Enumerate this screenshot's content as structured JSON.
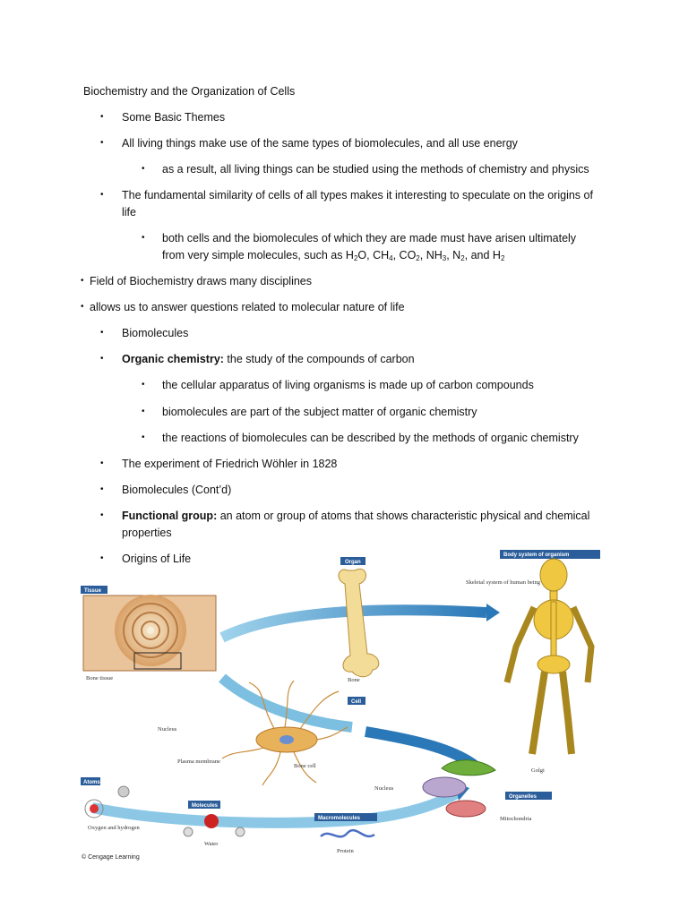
{
  "document": {
    "title": "Biochemistry and the Organization of Cells",
    "items": {
      "some_basic_themes": "Some Basic Themes",
      "all_living": "All living things make use of the same types of biomolecules, and all use energy",
      "as_a_result": "as a result, all living things can be studied using the methods of chemistry and physics",
      "fundamental_1": "The fundamental similarity of cells of all types makes it interesting to speculate on the origins of",
      "fundamental_2": "life",
      "both_cells_1": "both cells and the biomolecules of which they are made must have arisen ultimately",
      "both_cells_2_prefix": "from very simple molecules, such as H",
      "field": "Field of Biochemistry draws many disciplines",
      "allows": "allows us to answer questions related to molecular nature of life",
      "biomolecules": "Biomolecules",
      "organic_term": "Organic chemistry:",
      "organic_def": " the study of the compounds of carbon",
      "cellular_apparatus": "the cellular apparatus of living organisms is made up of carbon compounds",
      "biomolecules_part": "biomolecules are part of the subject matter of organic chemistry",
      "reactions": "the reactions of biomolecules can be described by the methods of organic chemistry",
      "experiment": "The experiment of Friedrich Wöhler in 1828",
      "biomolecules_contd": "Biomolecules (Cont’d)",
      "functional_term": "Functional group:",
      "functional_def_1": " an atom or group of atoms that shows characteristic physical and chemical",
      "functional_def_2": "properties",
      "origins": "Origins of Life"
    }
  },
  "figure": {
    "labels": {
      "tissue": "Tissue",
      "organ": "Organ",
      "body_system": "Body system of organism",
      "skeletal": "Skeletal system of human being",
      "bone_tissue": "Bone tissue",
      "bone": "Bone",
      "cell": "Cell",
      "nucleus_cell": "Nucleus",
      "plasma_membrane": "Plasma membrane",
      "bone_cell": "Bone cell",
      "golgi": "Golgi",
      "nucleus_org": "Nucleus",
      "organelles": "Organelles",
      "mitochondria": "Mitochondria",
      "atoms": "Atoms",
      "oxygen_hydrogen": "Oxygen and hydrogen",
      "molecules": "Molecules",
      "water": "Water",
      "macromolecules": "Macromolecules",
      "protein": "Protein",
      "credit": "© Cengage Learning"
    }
  }
}
